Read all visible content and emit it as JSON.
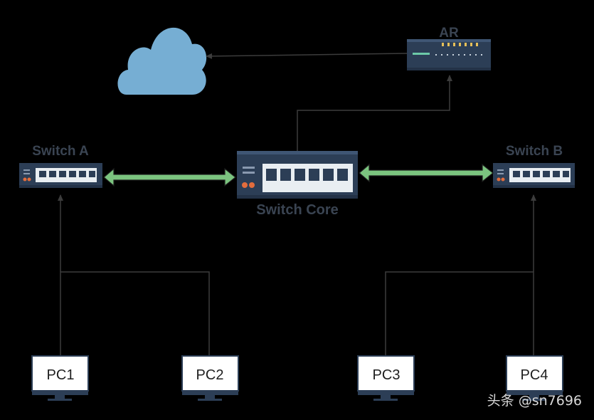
{
  "devices": {
    "ar": {
      "label": "AR"
    },
    "switch_a": {
      "label": "Switch A"
    },
    "switch_core": {
      "label": "Switch Core"
    },
    "switch_b": {
      "label": "Switch B"
    }
  },
  "pcs": [
    {
      "label": "PC1"
    },
    {
      "label": "PC2"
    },
    {
      "label": "PC3"
    },
    {
      "label": "PC4"
    }
  ],
  "watermark": {
    "text": "头条 @sn7696"
  },
  "colors": {
    "device_body": "#2c3e56",
    "port_panel": "#e9eef2",
    "link_green": "#7bc47f",
    "cloud": "#76aed3",
    "line": "#3c3c3c"
  }
}
